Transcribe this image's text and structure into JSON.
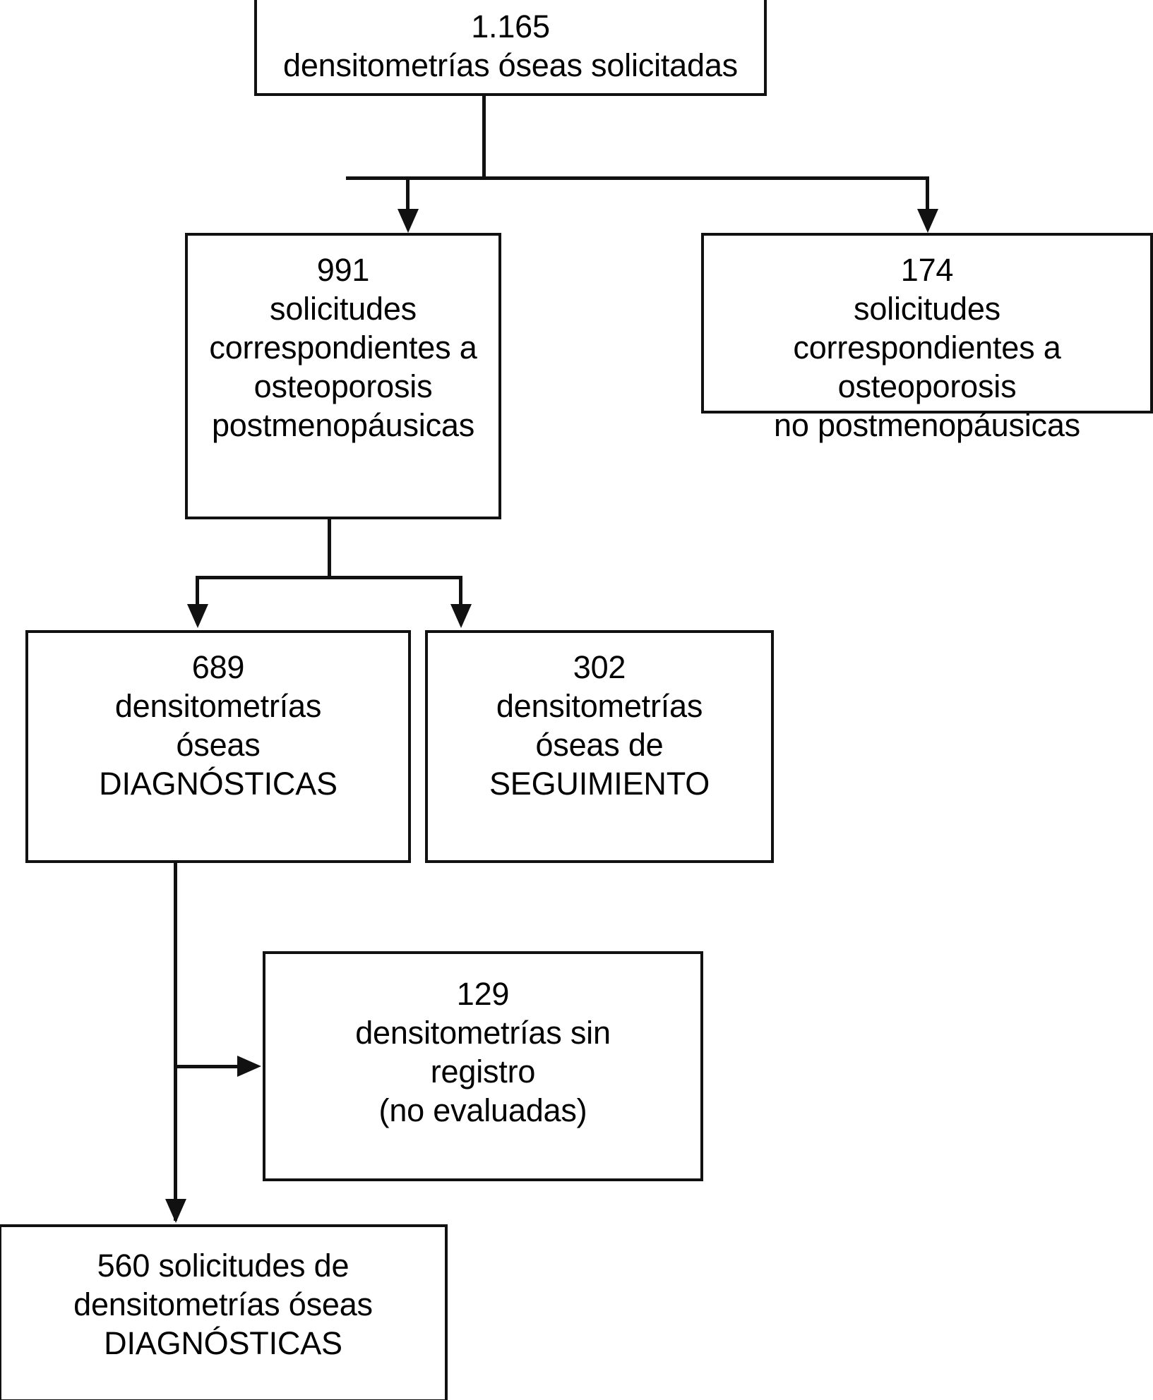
{
  "diagram": {
    "type": "flowchart",
    "title": "Flujo de solicitudes de densitometrías óseas",
    "language": "es",
    "colors": {
      "stroke": "#111111",
      "fill": "#ffffff",
      "text": "#000000"
    },
    "nodes": [
      {
        "id": "total",
        "lines": [
          "1.165",
          "densitometrías óseas solicitadas"
        ],
        "count": 1165,
        "label": "densitometrías óseas solicitadas"
      },
      {
        "id": "postmeno",
        "lines": [
          "991",
          "solicitudes",
          "correspondientes a",
          "osteoporosis",
          "postmenopáusicas"
        ],
        "count": 991,
        "label": "solicitudes correspondientes a osteoporosis postmenopáusicas"
      },
      {
        "id": "nonpostmeno",
        "lines": [
          "174",
          "solicitudes",
          "correspondientes a",
          "osteoporosis",
          "no postmenopáusicas"
        ],
        "count": 174,
        "label": "solicitudes correspondientes a osteoporosis no postmenopáusicas"
      },
      {
        "id": "diagnostic",
        "lines": [
          "689",
          "densitometrías",
          "óseas",
          "DIAGNÓSTICAS"
        ],
        "count": 689,
        "label": "densitometrías óseas DIAGNÓSTICAS"
      },
      {
        "id": "followup",
        "lines": [
          "302",
          "densitometrías",
          "óseas de",
          "SEGUIMIENTO"
        ],
        "count": 302,
        "label": "densitometrías óseas de SEGUIMIENTO"
      },
      {
        "id": "norecord",
        "lines": [
          "129",
          "densitometrías sin",
          "registro",
          "(no evaluadas)"
        ],
        "count": 129,
        "label": "densitometrías sin registro (no evaluadas)"
      },
      {
        "id": "final",
        "lines": [
          "560 solicitudes de",
          "densitometrías óseas",
          "DIAGNÓSTICAS"
        ],
        "count": 560,
        "label": "560 solicitudes de densitometrías óseas DIAGNÓSTICAS"
      }
    ],
    "edges": [
      {
        "from": "total",
        "to": "postmeno",
        "style": "elbow-down"
      },
      {
        "from": "total",
        "to": "nonpostmeno",
        "style": "elbow-down"
      },
      {
        "from": "postmeno",
        "to": "diagnostic",
        "style": "elbow-down"
      },
      {
        "from": "postmeno",
        "to": "followup",
        "style": "elbow-down"
      },
      {
        "from": "diagnostic",
        "to": "norecord",
        "style": "elbow-right"
      },
      {
        "from": "diagnostic",
        "to": "final",
        "style": "straight-down"
      }
    ]
  }
}
